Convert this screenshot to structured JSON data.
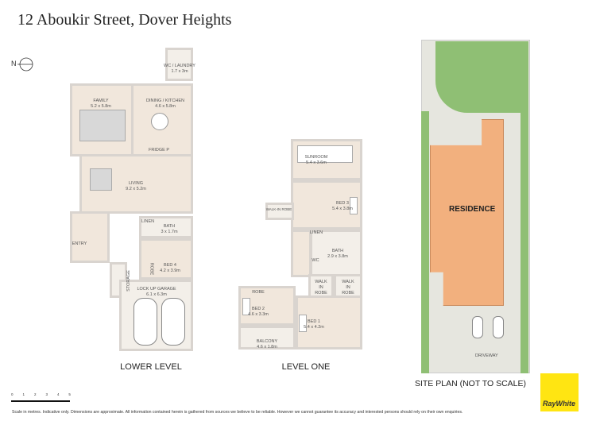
{
  "title": "12 Aboukir Street, Dover Heights",
  "compass": {
    "label": "N",
    "icon": "north-arrow-icon"
  },
  "lower_level": {
    "caption": "LOWER LEVEL",
    "rooms": [
      {
        "name": "WC / LAUNDRY",
        "size": "1.7 x 3m"
      },
      {
        "name": "FAMILY",
        "size": "5.2 x 5.8m"
      },
      {
        "name": "DINING / KITCHEN",
        "size": "4.6 x 5.8m"
      },
      {
        "name": "LIVING",
        "size": "9.2 x 5.2m"
      },
      {
        "name": "LINEN",
        "size": ""
      },
      {
        "name": "BATH",
        "size": "3 x 1.7m"
      },
      {
        "name": "ENTRY",
        "size": ""
      },
      {
        "name": "ROBE",
        "size": ""
      },
      {
        "name": "BED 4",
        "size": "4.2 x 3.9m"
      },
      {
        "name": "STORAGE",
        "size": ""
      },
      {
        "name": "LOCK UP GARAGE",
        "size": "6.1 x 6.3m"
      }
    ],
    "fixtures": [
      "FRIDGE",
      "P"
    ]
  },
  "level_one": {
    "caption": "LEVEL ONE",
    "rooms": [
      {
        "name": "SUNROOM",
        "size": "5.4 x 3.6m"
      },
      {
        "name": "BED 3",
        "size": "5.4 x 3.8m"
      },
      {
        "name": "WALK-IN ROBE",
        "size": ""
      },
      {
        "name": "LINEN",
        "size": ""
      },
      {
        "name": "BATH",
        "size": "2.9 x 3.8m"
      },
      {
        "name": "WC",
        "size": ""
      },
      {
        "name": "WALK IN ROBE",
        "size": ""
      },
      {
        "name": "WALK IN ROBE",
        "size": ""
      },
      {
        "name": "ROBE",
        "size": ""
      },
      {
        "name": "BED 2",
        "size": "4.6 x 3.3m"
      },
      {
        "name": "BED 1",
        "size": "5.4 x 4.2m"
      },
      {
        "name": "BALCONY",
        "size": "4.6 x 1.8m"
      }
    ]
  },
  "site_plan": {
    "caption": "SITE PLAN (NOT TO SCALE)",
    "residence": "RESIDENCE",
    "driveway": "DRIVEWAY"
  },
  "scale_bar": {
    "ticks": [
      "0",
      "1",
      "2",
      "3",
      "4",
      "5"
    ]
  },
  "disclaimer": "Scale in metres. Indicative only. Dimensions are approximate. All information contained herein is gathered from sources we believe to be reliable. However we cannot guarantee its accuracy and interested persons should rely on their own enquiries.",
  "brand": {
    "name": "RayWhite",
    "color": "#ffe512"
  },
  "colors": {
    "floor": "#f1e7dc",
    "wall": "#d9d4cf",
    "residence": "#f2b07e",
    "grass": "#8fbf74"
  }
}
